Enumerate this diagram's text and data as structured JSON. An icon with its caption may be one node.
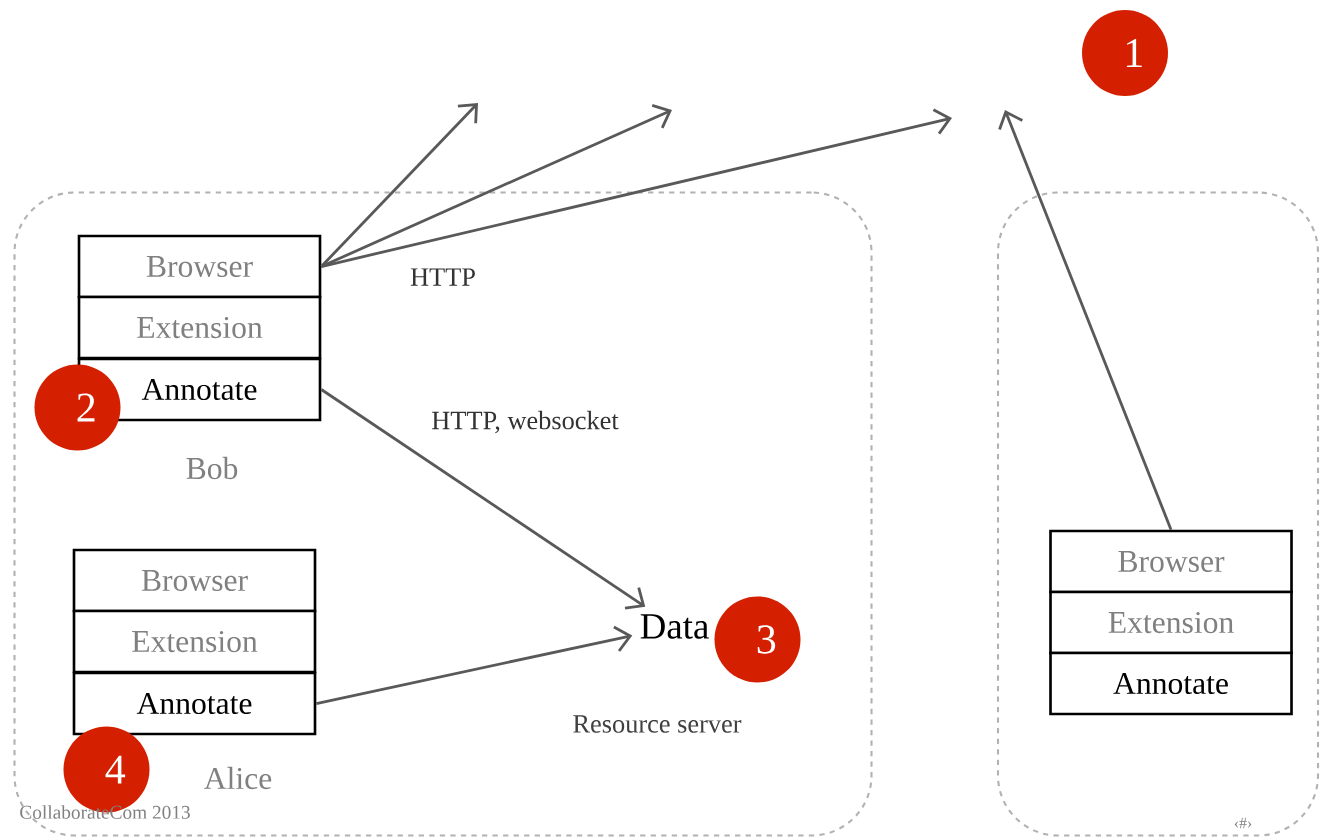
{
  "diagram": {
    "nodes": [
      {
        "text": [],
        "shape": "box"
      },
      {
        "text": [
          "Browser"
        ],
        "in": 0
      },
      {
        "text": [
          "Extension"
        ],
        "in": 0
      },
      {
        "text": [
          "Annotate"
        ],
        "in": 0,
        "beside": [
          "Bob"
        ]
      },
      {
        "text": [
          "Browser"
        ],
        "in": 0
      },
      {
        "text": [
          "Extension"
        ],
        "in": 0
      },
      {
        "text": [
          "Annotate"
        ],
        "in": 0,
        "beside": [
          "Alice"
        ]
      },
      {
        "text": [
          "Data"
        ],
        "in": 0
      },
      {
        "text": [],
        "shape": "box"
      },
      {
        "text": [
          "Browser"
        ],
        "in": 8
      },
      {
        "text": [
          "Extension"
        ],
        "in": 8
      },
      {
        "text": [
          "Annotate"
        ],
        "in": 8
      },
      {
        "text": [
          "1"
        ]
      },
      {
        "text": [
          "2"
        ],
        "in": 0
      },
      {
        "text": [
          "3"
        ],
        "in": 0
      },
      {
        "text": [
          "4"
        ],
        "in": 0
      }
    ],
    "edges": [
      {
        "from": 1,
        "to": null,
        "arrow": "to"
      },
      {
        "from": 1,
        "to": null,
        "arrow": "to"
      },
      {
        "from": 1,
        "to": null,
        "arrow": "to",
        "label": "HTTP"
      },
      {
        "from": 3,
        "to": 7,
        "arrow": "to",
        "label": "HTTP, websocket"
      },
      {
        "from": 6,
        "to": 7,
        "arrow": "to"
      },
      {
        "from": 9,
        "to": null,
        "arrow": "to"
      }
    ],
    "labels": [
      "Resource server",
      "CollaborateCom 2013",
      "‹#›"
    ]
  }
}
